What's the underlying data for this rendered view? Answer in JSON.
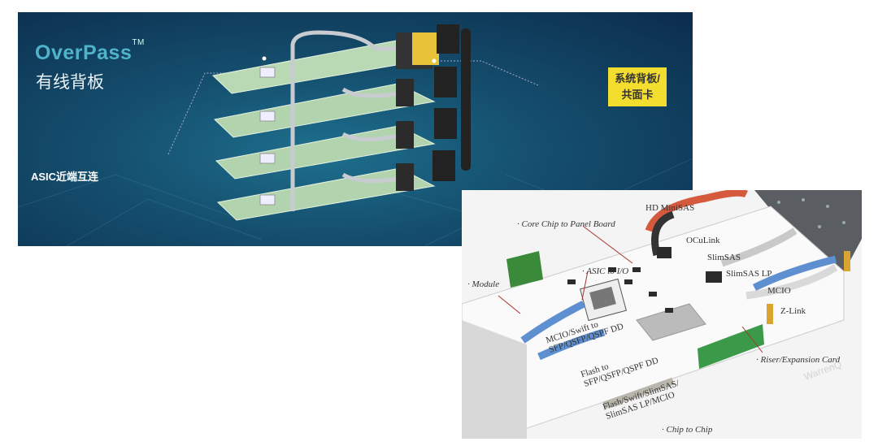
{
  "overpass": {
    "brand": "OverPass",
    "trademark": "TM",
    "subtitle": "有线背板",
    "asic_label": "ASIC近端互连",
    "backplane_tag_line1": "系统背板/",
    "backplane_tag_line2": "共面卡"
  },
  "server_diagram": {
    "labels": {
      "hd_minisas": "HD MiniSAS",
      "core_chip": "· Core Chip to Panel Board",
      "oculink": "OCuLink",
      "slimsas": "SlimSAS",
      "slimsas_lp": "SlimSAS LP",
      "asic_io": "· ASIC to I/O",
      "module": "· Module",
      "mcio": "MCIO",
      "zlink": "Z-Link",
      "mcio_swift_1": "MCIO/Swift to",
      "mcio_swift_2": "SFP/QSFP/QSPF DD",
      "flash_1": "Flash to",
      "flash_2": "SFP/QSFP/QSPF DD",
      "flash_swift_1": "Flash/Swift/SlimSAS/",
      "flash_swift_2": "SlimSAS LP/MCIO",
      "riser": "· Riser/Expansion Card",
      "chip_to_chip": "· Chip to Chip"
    },
    "watermark": "WarrenQ"
  },
  "colors": {
    "accent_yellow": "#f3dd2f",
    "brand_teal": "#4fb3c9",
    "board_green": "#b9d8b4"
  }
}
